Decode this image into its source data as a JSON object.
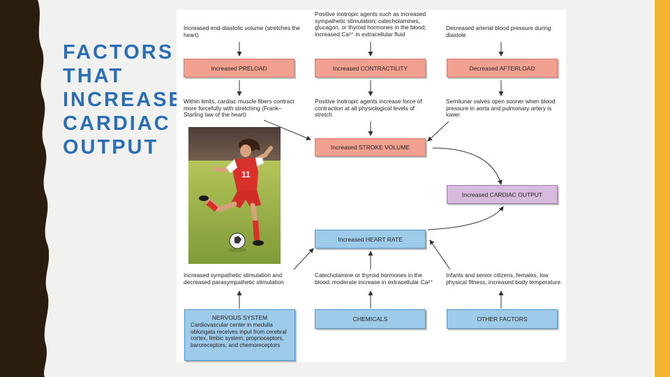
{
  "slide": {
    "title": "FACTORS\nTHAT\nINCREASE\nCARDIAC\nOUTPUT",
    "colors": {
      "title": "#2a6fb5",
      "left_band": "#2a1d0e",
      "right_strip": "#f4b631",
      "background": "#f1f1ef"
    }
  },
  "diagram": {
    "top_notes": {
      "left": "Increased end-diastolic volume (stretches the heart)",
      "center": "Positive inotropic agents such as increased sympathetic stimulation; catecholamines, glucagon, or thyroid hormones in the blood; increased Ca²⁺ in extracellular fluid",
      "right": "Decreased arterial blood pressure during diastole"
    },
    "boxes": {
      "preload": "Increased PRELOAD",
      "contractility": "Increased CONTRACTILITY",
      "afterload": "Decreased AFTERLOAD",
      "stroke_volume": "Increased STROKE VOLUME",
      "cardiac_output": "Increased CARDIAC OUTPUT",
      "heart_rate": "Increased HEART RATE",
      "chemicals": "CHEMICALS",
      "other_factors": "OTHER FACTORS"
    },
    "mid_notes": {
      "left": "Within limits, cardiac muscle fibers contract more forcefully with stretching (Frank–Starling law of the heart)",
      "center": "Positive inotropic agents increase force of contraction at all physiological levels of stretch",
      "right": "Semilunar valves open sooner when blood pressure in aorta and pulmonary artery is lower"
    },
    "bottom_notes": {
      "left": "Increased sympathetic stimulation and decreased parasympathetic stimulation",
      "center": "Catecholamine or thyroid hormones in the blood; moderate increase in extracellular Ca²⁺",
      "right": "Infants and senior citizens, females, low physical fitness, increased body temperature"
    },
    "nervous_system": {
      "title": "NERVOUS SYSTEM",
      "body": "Cardiovascular center in medulla oblongata receives input from cerebral cortex, limbic system, proprioceptors, baroreceptors, and chemoreceptors"
    },
    "photo": {
      "jersey_number": "11"
    }
  }
}
